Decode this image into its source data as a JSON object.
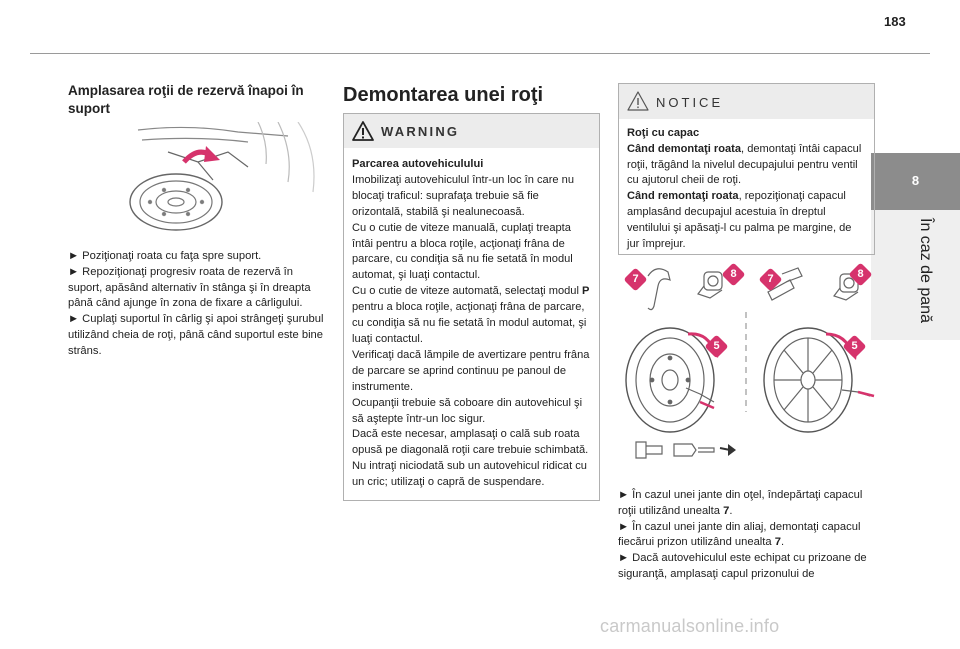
{
  "page": {
    "number": "183",
    "chapter_number": "8",
    "chapter_title": "În caz de pană"
  },
  "left_column": {
    "title": "Amplasarea roţii de rezervă înapoi în suport",
    "steps": [
      "► Poziţionaţi roata cu faţa spre suport.",
      "► Repoziţionaţi progresiv roata de rezervă în suport, apăsând alternativ în stânga şi în dreapta până când ajunge în zona de fixare a cârligului.",
      "► Cuplaţi suportul în cârlig şi apoi strângeţi şurubul utilizând cheia de roţi, până când suportul este bine strâns."
    ]
  },
  "middle_column": {
    "title": "Demontarea unei roţi",
    "warning": {
      "label": "WARNING",
      "heading": "Parcarea autovehiculului",
      "paragraphs": [
        "Imobilizaţi autovehiculul într-un loc în care nu blocaţi traficul: suprafaţa trebuie să fie orizontală, stabilă şi nealunecoasă.",
        "Cu o cutie de viteze manuală, cuplaţi treapta întâi pentru a bloca roţile, acţionaţi frâna de parcare, cu condiţia să nu fie setată în modul automat, şi luaţi contactul.",
        "Verificaţi dacă lămpile de avertizare pentru frâna de parcare se aprind continuu pe panoul de instrumente.",
        "Ocupanţii trebuie să coboare din autovehicul şi să aştepte într-un loc sigur.",
        "Dacă este necesar, amplasaţi o cală sub roata opusă pe diagonală roţii care trebuie schimbată.",
        "Nu intraţi niciodată sub un autovehicul ridicat cu un cric; utilizaţi o capră de suspendare."
      ],
      "auto_pre": "Cu o cutie de viteze automată, selectaţi modul ",
      "auto_bold": "P",
      "auto_post": " pentru a bloca roţile, acţionaţi frâna de parcare, cu condiţia să nu fie setată în modul automat, şi luaţi contactul."
    }
  },
  "right_column": {
    "notice": {
      "label": "NOTICE",
      "heading": "Roţi cu capac",
      "remove_bold": "Când demontaţi roata",
      "remove_text": ", demontaţi întâi capacul roţii, trăgând la nivelul decupajului pentru ventil cu ajutorul cheii de roţi.",
      "refit_bold": "Când remontaţi roata",
      "refit_text": ", repoziţionaţi capacul amplasând decupajul acestuia în dreptul ventilului şi apăsaţi-l cu palma pe margine, de jur împrejur."
    },
    "callouts": [
      "7",
      "8",
      "7",
      "8",
      "5",
      "5"
    ],
    "step1_pre": "► În cazul unei jante din oţel, îndepărtaţi capacul roţii utilizând unealta ",
    "step1_num": "7",
    "step2_pre": "► În cazul unei jante din aliaj, demontaţi capacul fiecărui prizon utilizând unealta ",
    "step2_num": "7",
    "step3": "► Dacă autovehiculul este echipat cu prizoane de siguranţă, amplasaţi capul prizonului de"
  },
  "watermark": "carmanualsonline.info",
  "colors": {
    "callout_magenta": "#d6336c",
    "tab_gray": "#8c8c8c",
    "box_head_gray": "#ececec"
  },
  "icons": {
    "warning": "warning-triangle-icon",
    "notice": "notice-triangle-icon"
  }
}
